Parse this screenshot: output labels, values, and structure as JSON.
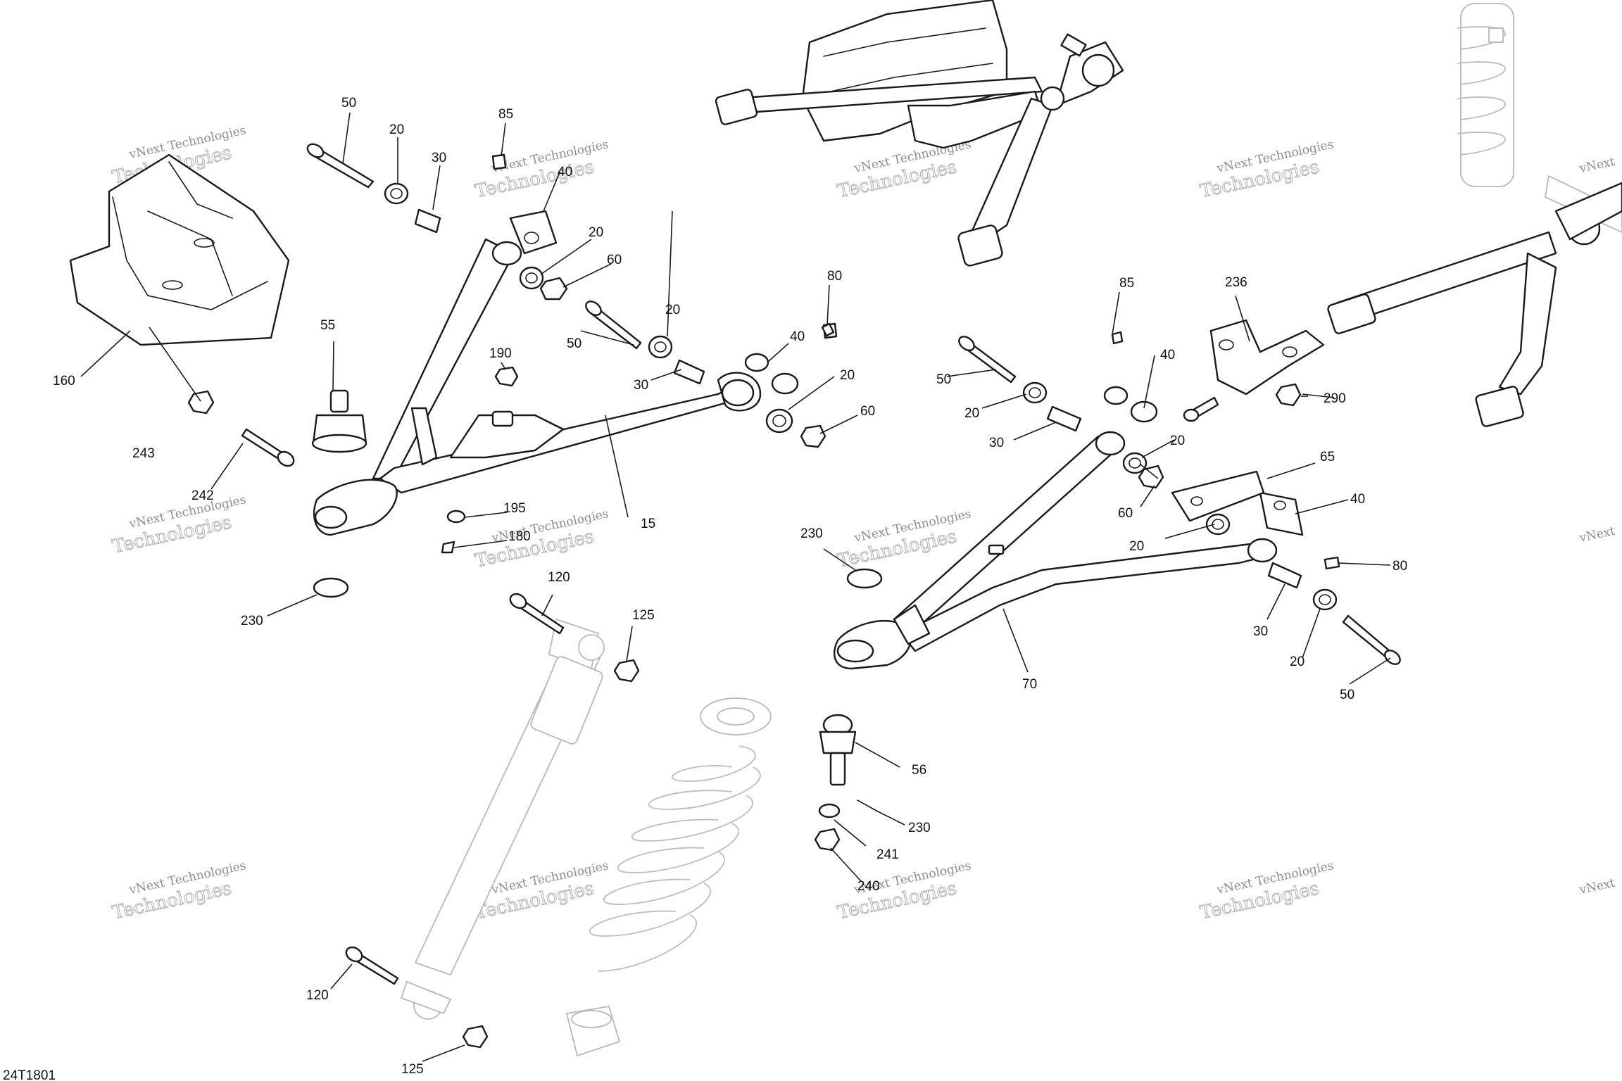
{
  "diagram_id": "24T1801",
  "watermark": {
    "line1": "vNext Technologies",
    "line2": "Technologies",
    "line3": "vNext"
  },
  "callouts": {
    "c15": "15",
    "c20a": "20",
    "c20b": "20",
    "c20c": "20",
    "c20d": "20",
    "c20e": "20",
    "c20f": "20",
    "c20g": "20",
    "c20h": "20",
    "c30a": "30",
    "c30b": "30",
    "c30c": "30",
    "c30d": "30",
    "c40a": "40",
    "c40b": "40",
    "c40c": "40",
    "c40d": "40",
    "c50a": "50",
    "c50b": "50",
    "c50c": "50",
    "c50d": "50",
    "c55": "55",
    "c56": "56",
    "c60a": "60",
    "c60b": "60",
    "c60c": "60",
    "c65": "65",
    "c70": "70",
    "c80a": "80",
    "c80b": "80",
    "c85a": "85",
    "c85b": "85",
    "c120a": "120",
    "c120b": "120",
    "c125a": "125",
    "c125b": "125",
    "c160": "160",
    "c180": "180",
    "c190": "190",
    "c195": "195",
    "c230a": "230",
    "c230b": "230",
    "c230c": "230",
    "c236": "236",
    "c240": "240",
    "c241": "241",
    "c242": "242",
    "c243": "243",
    "c290": "290"
  },
  "parts_icons": [
    "skid-plate-icon",
    "upper-a-arm-icon",
    "lower-a-arm-icon",
    "shock-absorber-icon",
    "coil-spring-icon",
    "ball-joint-icon",
    "bolt-icon",
    "bushing-icon",
    "nut-icon",
    "grease-fitting-icon",
    "retaining-ring-icon",
    "bracket-icon"
  ]
}
